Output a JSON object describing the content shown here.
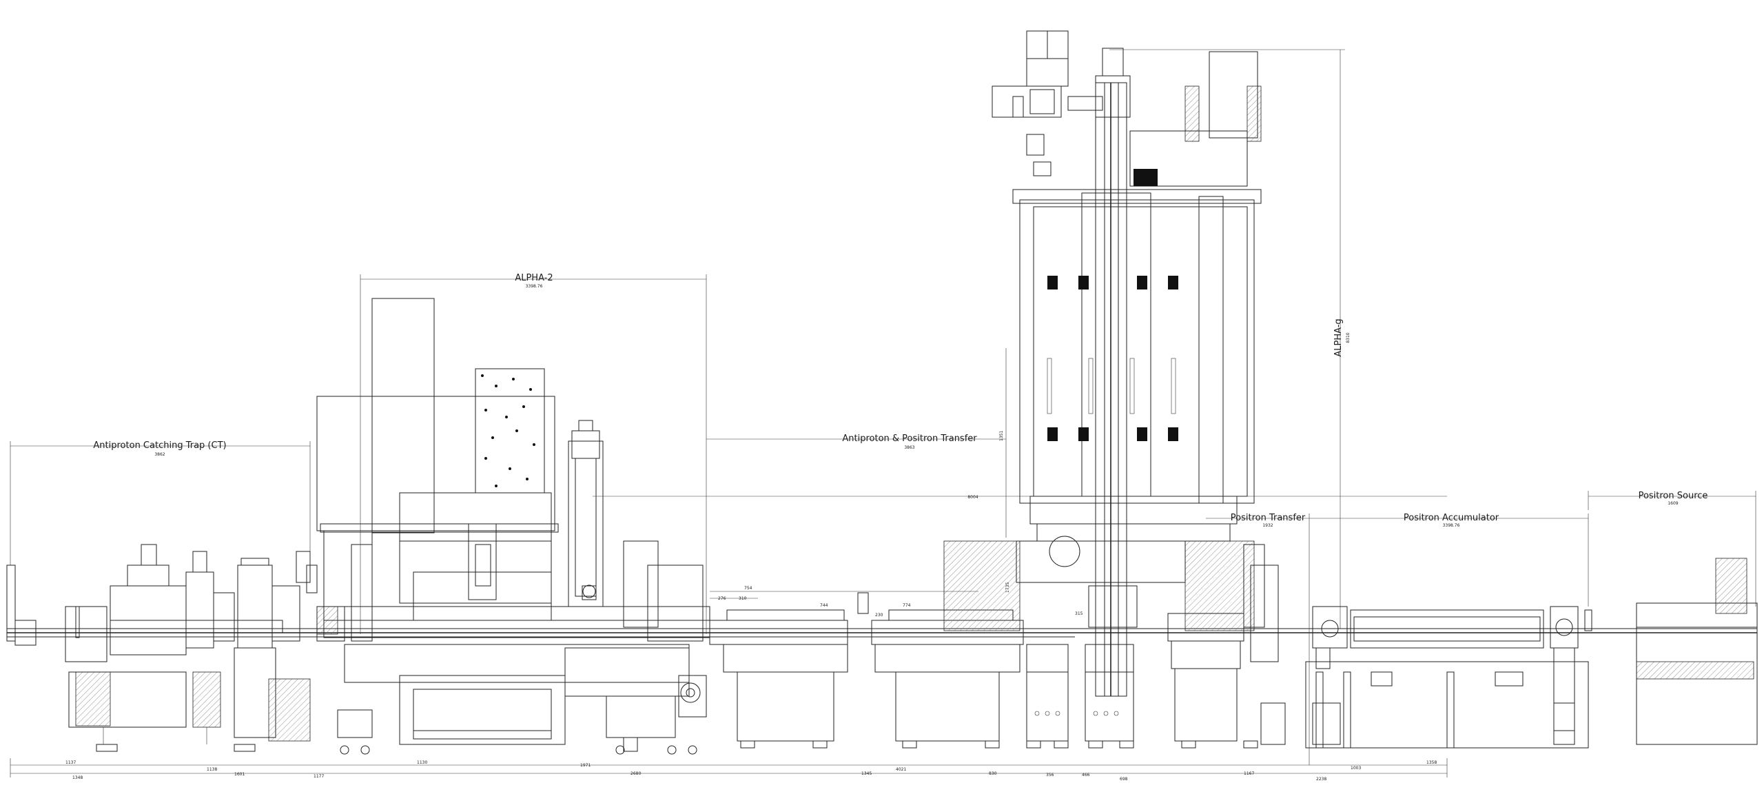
{
  "labels": {
    "alpha2": "ALPHA-2",
    "alpha2_dim": "3398.76",
    "ct": "Antiproton Catching Trap (CT)",
    "ct_dim": "3862",
    "transfer": "Antiproton & Positron Transfer",
    "transfer_dim": "3863",
    "alphag": "ALPHA-g",
    "alphag_dim": "8310",
    "positron_transfer": "Positron Transfer",
    "positron_transfer_dim": "1932",
    "accumulator": "Positron Accumulator",
    "accumulator_dim": "3398.76",
    "source": "Positron Source",
    "source_dim": "1609",
    "overall_dim": "8004"
  },
  "bottom_dims": [
    {
      "text": "1137"
    },
    {
      "text": "1348"
    },
    {
      "text": "1138"
    },
    {
      "text": "1601"
    },
    {
      "text": "1177"
    },
    {
      "text": "1130"
    },
    {
      "text": "1971"
    },
    {
      "text": "2680"
    },
    {
      "text": "1345"
    },
    {
      "text": "4021"
    },
    {
      "text": "830"
    },
    {
      "text": "356"
    },
    {
      "text": "466"
    },
    {
      "text": "698"
    },
    {
      "text": "1167"
    },
    {
      "text": "2238"
    },
    {
      "text": "1003"
    },
    {
      "text": "1358"
    }
  ],
  "mid_dims": [
    {
      "text": "754"
    },
    {
      "text": "276"
    },
    {
      "text": "310"
    },
    {
      "text": "744"
    },
    {
      "text": "774"
    },
    {
      "text": "230"
    },
    {
      "text": "1351"
    },
    {
      "text": "1735"
    },
    {
      "text": "315"
    }
  ],
  "icons": {
    "magnet_block": "magnet-coil-icon",
    "pump": "vacuum-pump-icon"
  }
}
